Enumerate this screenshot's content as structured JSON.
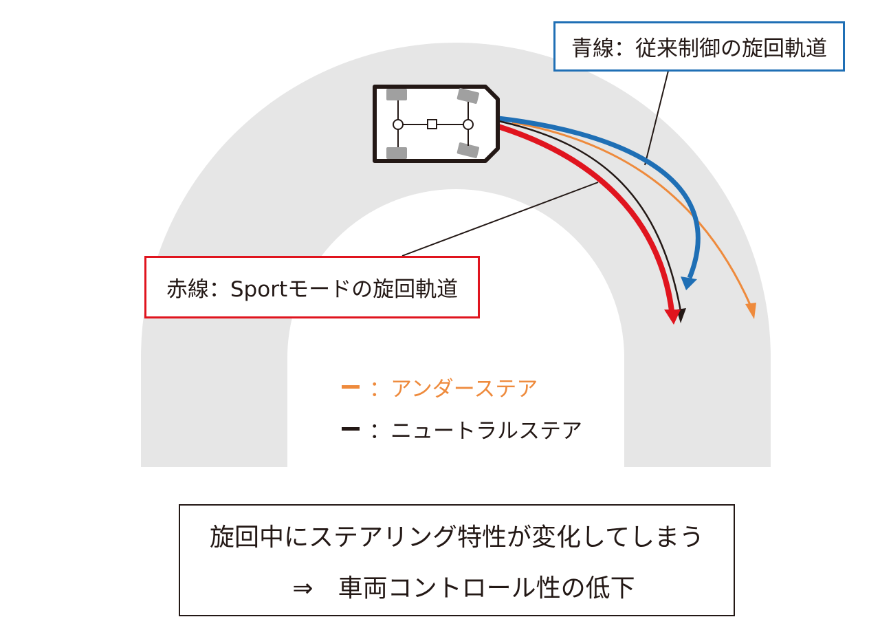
{
  "labels": {
    "blue_trajectory": "青線：従来制御の旋回軌道",
    "red_trajectory": "赤線：Sportモードの旋回軌道"
  },
  "legend": [
    {
      "text": "：アンダーステア",
      "color": "#ee8a3c"
    },
    {
      "text": "：ニュートラルステア",
      "color": "#231815"
    }
  ],
  "summary": {
    "line1": "旋回中にステアリング特性が変化してしまう",
    "line2": "⇒　車両コントロール性の低下"
  },
  "colors": {
    "track": "#e6e6e6",
    "blue": "#1f6fb5",
    "red": "#e0141e",
    "orange": "#ee8a3c",
    "black": "#231815",
    "tire": "#a0a0a0"
  },
  "icons": [
    "vehicle-chassis-icon"
  ]
}
